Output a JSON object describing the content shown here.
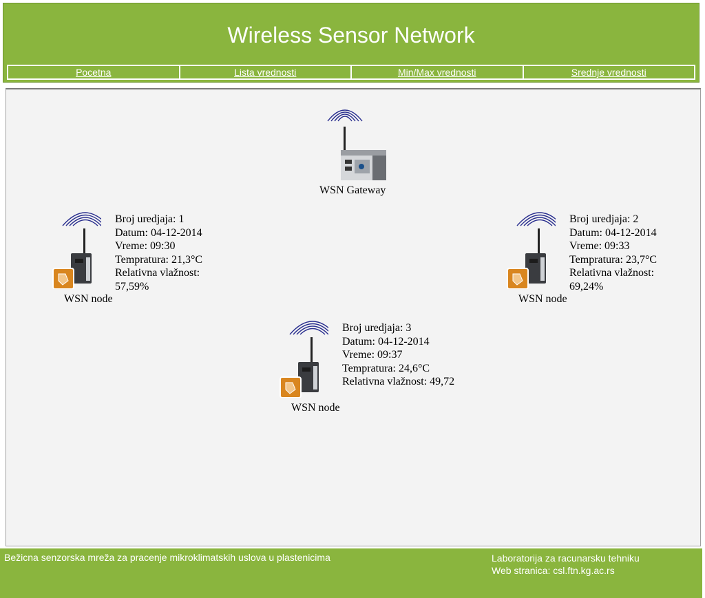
{
  "header": {
    "title": "Wireless Sensor Network"
  },
  "nav": {
    "items": [
      {
        "label": "Pocetna"
      },
      {
        "label": "Lista vrednosti"
      },
      {
        "label": "Min/Max vrednosti"
      },
      {
        "label": "Srednje vrednosti"
      }
    ]
  },
  "gateway": {
    "label": "WSN Gateway",
    "icon": "gateway-device-icon"
  },
  "nodes": [
    {
      "caption": "WSN node",
      "broj": "Broj uredjaja: 1",
      "datum": "Datum: 04-12-2014",
      "vreme": "Vreme: 09:30",
      "temp": "Tempratura: 21,3°C",
      "vlaz": "Relativna vlažnost:",
      "vlaz_value": "57,59%"
    },
    {
      "caption": "WSN node",
      "broj": "Broj uredjaja: 2",
      "datum": "Datum: 04-12-2014",
      "vreme": "Vreme: 09:33",
      "temp": "Tempratura: 23,7°C",
      "vlaz": "Relativna vlažnost:",
      "vlaz_value": "69,24%"
    },
    {
      "caption": "WSN node",
      "broj": "Broj uredjaja: 3",
      "datum": "Datum: 04-12-2014",
      "vreme": "Vreme: 09:37",
      "temp": "Tempratura: 24,6°C",
      "vlaz": "Relativna vlažnost: 49,72"
    }
  ],
  "footer": {
    "left": "Bežicna senzorska mreža za pracenje mikroklimatskih uslova u plastenicima",
    "lab": "Laboratorija za racunarsku tehniku",
    "web": "Web stranica: csl.ftn.kg.ac.rs"
  },
  "colors": {
    "brand_green": "#8ab53e",
    "panel_bg": "#f3f3f3",
    "signal_blue": "#2a2f8f",
    "node_badge": "#d9861f"
  }
}
